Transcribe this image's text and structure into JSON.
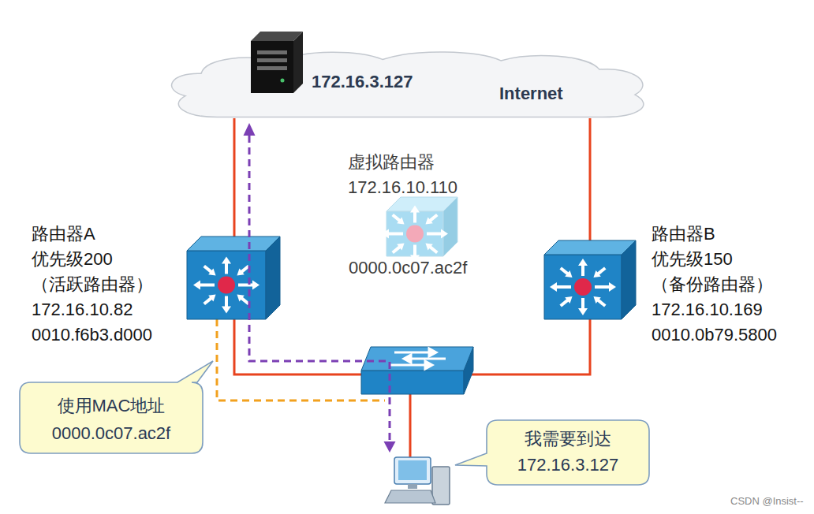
{
  "diagram": {
    "nodes": [
      {
        "text": [
          "172.16.3.127",
          "Internet"
        ]
      },
      {
        "text": [
          "虚拟路由器",
          "172.16.10.110",
          "0000.0c07.ac2f"
        ]
      },
      {
        "text": [
          "路由器A",
          "优先级200",
          "（活跃路由器）",
          "172.16.10.82",
          "0010.f6b3.d000"
        ]
      },
      {
        "text": [
          "路由器B",
          "优先级150",
          "（备份路由器）",
          "172.16.10.169",
          "0010.0b79.5800"
        ]
      },
      {
        "text": [
          "使用MAC地址",
          "0000.0c07.ac2f"
        ]
      },
      {
        "text": [
          "我需要到达",
          "172.16.3.127"
        ]
      }
    ],
    "edges": [
      {
        "from": 0,
        "to": 2,
        "arrow": "none"
      },
      {
        "from": 0,
        "to": 3,
        "arrow": "none"
      }
    ],
    "labels": [
      "CSDN @Insist--"
    ]
  }
}
